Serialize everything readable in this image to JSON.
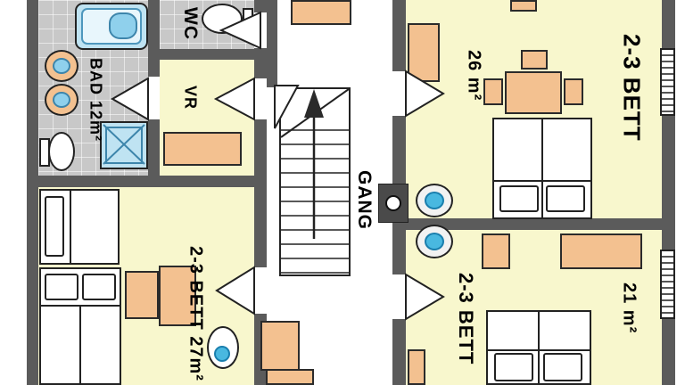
{
  "floorplan": {
    "labels": {
      "wc": "WC",
      "bad": "BAD 12m²",
      "vr": "VR",
      "gang": "GANG",
      "room26_size": "26 m²",
      "room26_beds": "2-3 BETT",
      "room27": "2-3 BETT 27m²",
      "room21_beds": "2-3 BETT",
      "room21_size": "21 m²"
    },
    "colors": {
      "room_floor": "#f8f7cd",
      "tile_floor": "#c8c8c8",
      "wall": "#5b5b5b",
      "furniture": "#f3c190",
      "water": "#bfe3f2",
      "sink_blue": "#49b8e0",
      "outline": "#222222"
    }
  }
}
